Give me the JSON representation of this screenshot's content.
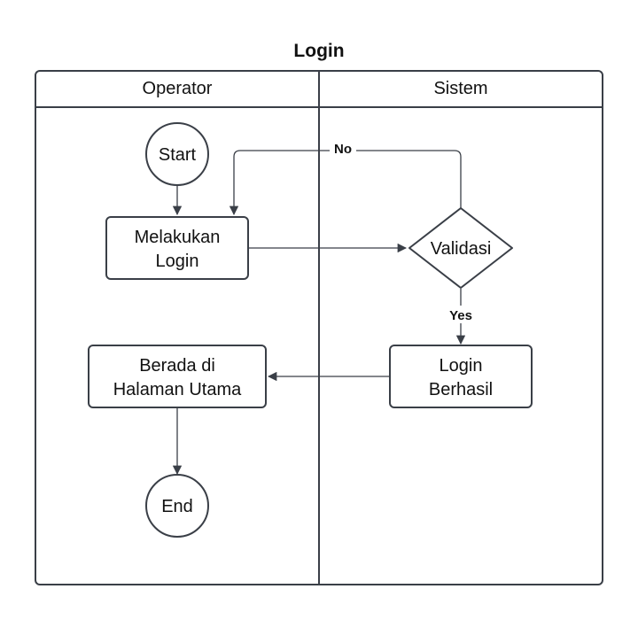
{
  "diagram": {
    "title": "Login",
    "lanes": [
      "Operator",
      "Sistem"
    ],
    "nodes": {
      "start": "Start",
      "login_line1": "Melakukan",
      "login_line2": "Login",
      "validate": "Validasi",
      "success_line1": "Login",
      "success_line2": "Berhasil",
      "main_line1": "Berada di",
      "main_line2": "Halaman Utama",
      "end": "End"
    },
    "edges": {
      "no_label": "No",
      "yes_label": "Yes"
    }
  },
  "colors": {
    "stroke": "#3a3f47",
    "background": "#ffffff",
    "text": "#111111"
  }
}
